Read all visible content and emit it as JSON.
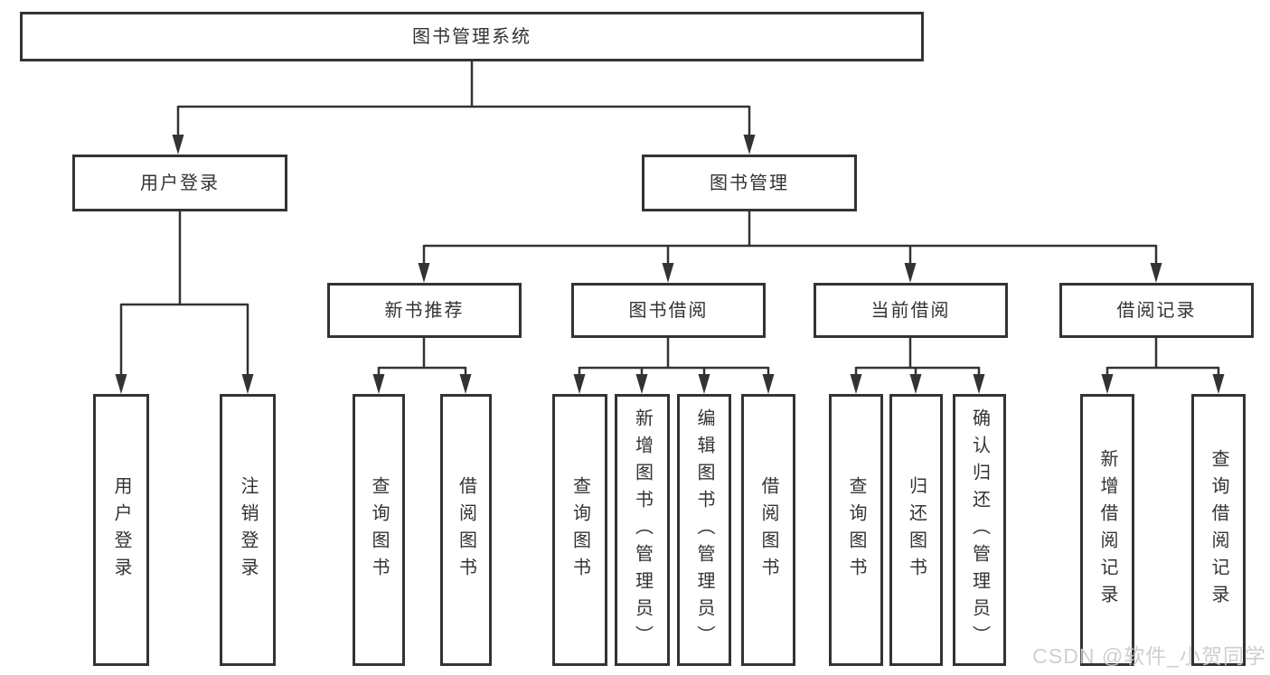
{
  "diagram": {
    "tree": {
      "label": "图书管理系统",
      "children": [
        {
          "label": "用户登录",
          "children": [
            {
              "label": "用户登录"
            },
            {
              "label": "注销登录"
            }
          ]
        },
        {
          "label": "图书管理",
          "children": [
            {
              "label": "新书推荐",
              "children": [
                {
                  "label": "查询图书"
                },
                {
                  "label": "借阅图书"
                }
              ]
            },
            {
              "label": "图书借阅",
              "children": [
                {
                  "label": "查询图书"
                },
                {
                  "label": "新增图书（管理员）"
                },
                {
                  "label": "编辑图书（管理员）"
                },
                {
                  "label": "借阅图书"
                }
              ]
            },
            {
              "label": "当前借阅",
              "children": [
                {
                  "label": "查询图书"
                },
                {
                  "label": "归还图书"
                },
                {
                  "label": "确认归还（管理员）"
                }
              ]
            },
            {
              "label": "借阅记录",
              "children": [
                {
                  "label": "新增借阅记录"
                },
                {
                  "label": "查询借阅记录"
                }
              ]
            }
          ]
        }
      ]
    },
    "colors": {
      "line": "#333333",
      "box_border": "#333333",
      "text": "#333333",
      "background": "#ffffff",
      "watermark": "#cccccc"
    },
    "watermark": {
      "text": "CSDN @软件_小贺同学"
    }
  }
}
